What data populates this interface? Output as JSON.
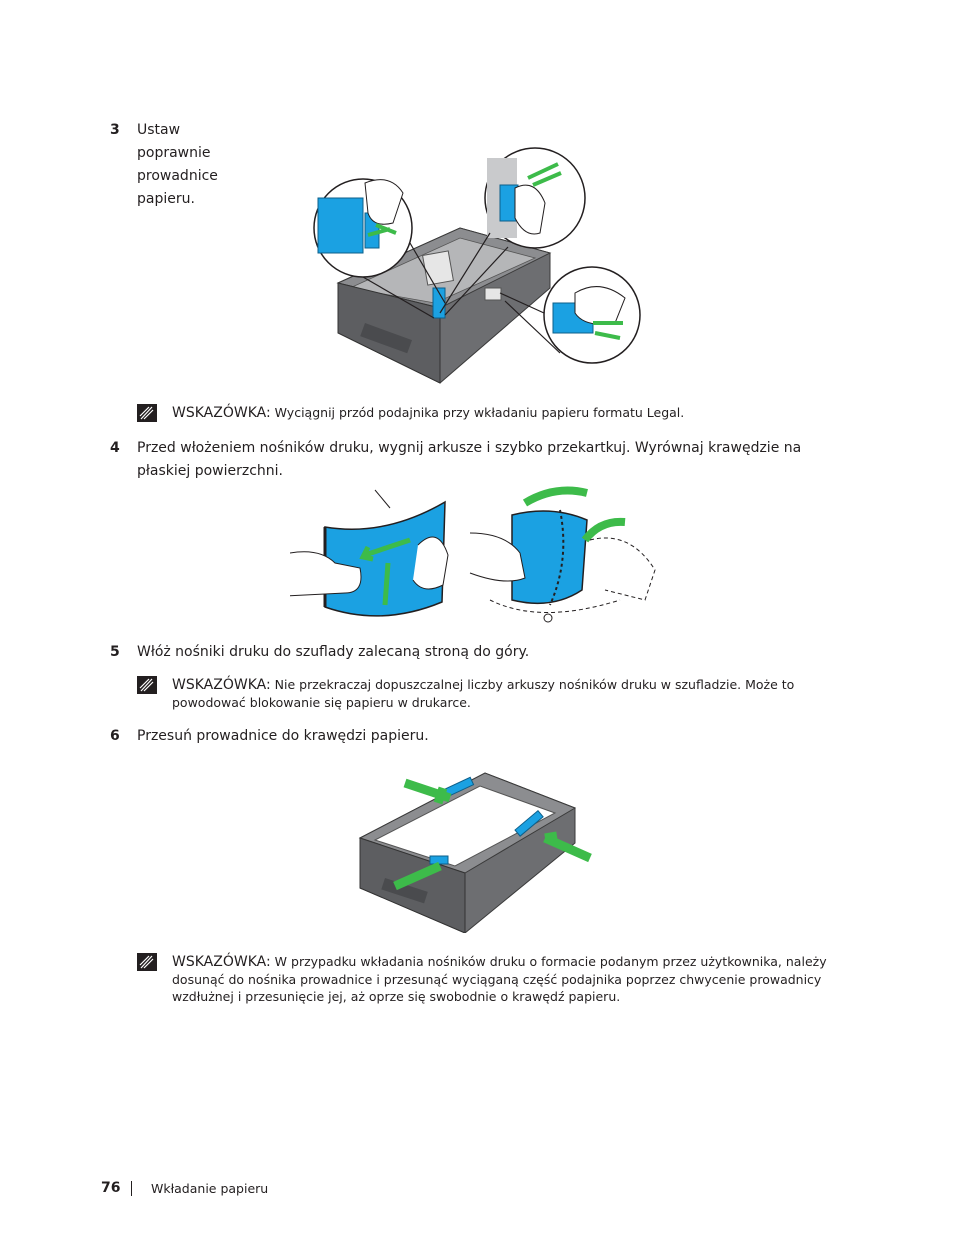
{
  "steps": [
    {
      "num": "3",
      "text": "Ustaw poprawnie prowadnice papieru."
    },
    {
      "num": "4",
      "text_line1": "Przed włożeniem nośników druku, wygnij arkusze i szybko przekartkuj. Wyrównaj krawędzie na",
      "text_line2": "płaskiej powierzchni."
    },
    {
      "num": "5",
      "text": "Włóż nośniki druku do szuflady zalecaną stroną do góry."
    },
    {
      "num": "6",
      "text": "Przesuń prowadnice do krawędzi papieru."
    }
  ],
  "notes": [
    {
      "label": "WSKAZÓWKA:",
      "line1": "Wyciągnij przód podajnika przy wkładaniu papieru formatu Legal."
    },
    {
      "label": "WSKAZÓWKA:",
      "line1": "Nie przekraczaj dopuszczalnej liczby arkuszy nośników druku w szufladzie. Może to",
      "line2": "powodować blokowanie się papieru w drukarce."
    },
    {
      "label": "WSKAZÓWKA:",
      "line1": "W przypadku wkładania nośników druku o formacie podanym przez użytkownika, należy",
      "line2": "dosunąć do nośnika prowadnice i przesunąć wyciąganą część podajnika poprzez chwycenie prowadnicy",
      "line3": "wzdłużnej i przesunięcie jej, aż oprze się swobodnie o krawędź papieru."
    }
  ],
  "footer": {
    "page_number": "76",
    "section": "Wkładanie papieru"
  },
  "colors": {
    "accent_blue": "#1ba1e2",
    "accent_green": "#3dbb4a",
    "tray_gray": "#6d6e71",
    "text": "#231f20"
  }
}
